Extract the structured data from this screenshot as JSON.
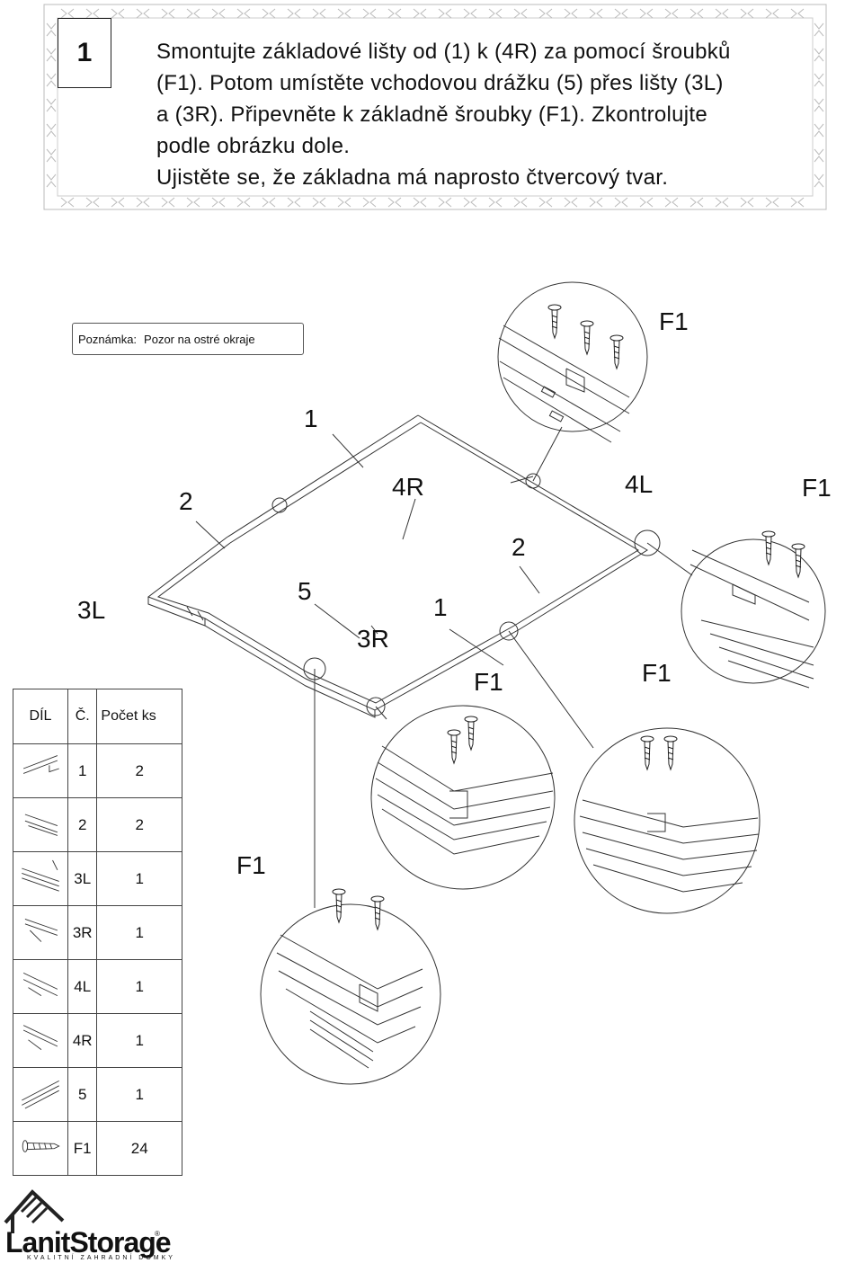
{
  "step": {
    "number": "1"
  },
  "instructions": [
    "Smontujte základové lišty od (1) k (4R) za pomocí šroubků",
    "(F1). Potom umístěte vchodovou drážku (5) přes lišty (3L)",
    "a (3R). Připevněte k základně šroubky (F1). Zkontrolujte",
    "podle obrázku dole.",
    "Ujistěte se, že základna má naprosto čtvercový tvar."
  ],
  "note": {
    "label": "Poznámka:",
    "text": "Pozor na ostré okraje"
  },
  "labels": {
    "f1_top": "F1",
    "one_top": "1",
    "two_left": "2",
    "four_r": "4R",
    "four_l": "4L",
    "f1_right": "F1",
    "two_right": "2",
    "three_l": "3L",
    "five": "5",
    "one_mid": "1",
    "three_r": "3R",
    "f1_mid": "F1",
    "f1_br": "F1",
    "f1_left": "F1"
  },
  "table": {
    "headers": [
      "DÍL",
      "Č.",
      "Počet ks"
    ],
    "rows": [
      {
        "icon": "rail-1-icon",
        "part": "1",
        "qty": "2"
      },
      {
        "icon": "rail-2-icon",
        "part": "2",
        "qty": "2"
      },
      {
        "icon": "rail-3l-icon",
        "part": "3L",
        "qty": "1"
      },
      {
        "icon": "rail-3r-icon",
        "part": "3R",
        "qty": "1"
      },
      {
        "icon": "rail-4l-icon",
        "part": "4L",
        "qty": "1"
      },
      {
        "icon": "rail-4r-icon",
        "part": "4R",
        "qty": "1"
      },
      {
        "icon": "door-channel-5-icon",
        "part": "5",
        "qty": "1"
      },
      {
        "icon": "screw-icon",
        "part": "F1",
        "qty": "24"
      }
    ]
  },
  "logo": {
    "name": "LanitStorage",
    "tagline": "KVALITNÍ ZAHRADNÍ DOMKY",
    "reg": "®"
  }
}
